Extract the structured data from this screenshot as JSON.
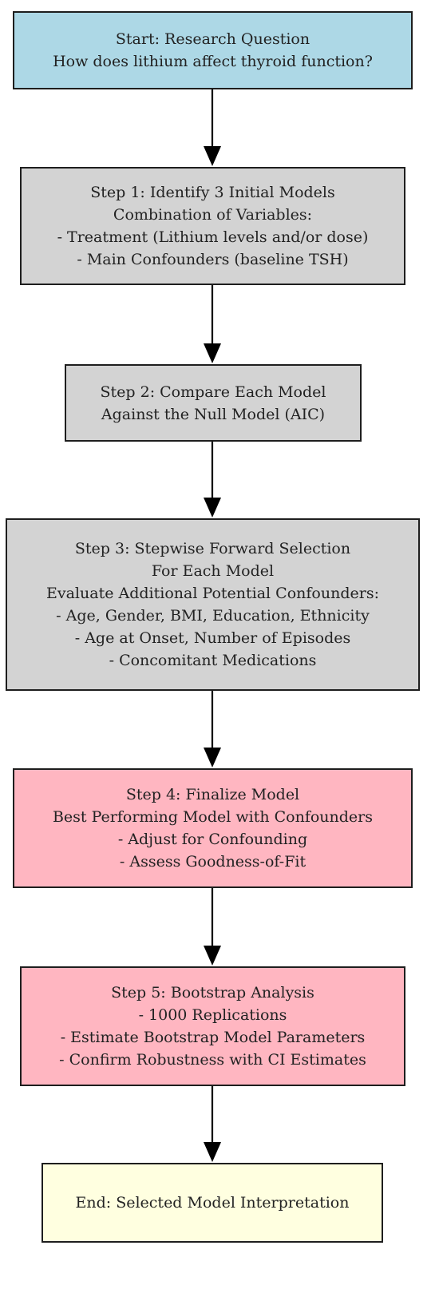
{
  "colors": {
    "start": "#add8e6",
    "process": "#d3d3d3",
    "finalize": "#ffb6c1",
    "end": "#ffffe0",
    "border": "#1e1e1e",
    "edge": "#000000"
  },
  "nodes": {
    "start": {
      "lines": [
        "Start: Research Question",
        "How does lithium affect thyroid function?"
      ]
    },
    "step1": {
      "lines": [
        "Step 1: Identify 3 Initial Models",
        "Combination of Variables:",
        "- Treatment (Lithium levels and/or dose)",
        "- Main Confounders (baseline TSH)"
      ]
    },
    "step2": {
      "lines": [
        "Step 2: Compare Each Model",
        "Against the Null Model (AIC)"
      ]
    },
    "step3": {
      "lines": [
        "Step 3: Stepwise Forward Selection",
        "For Each Model",
        "Evaluate Additional Potential Confounders:",
        "- Age, Gender, BMI, Education, Ethnicity",
        "- Age at Onset, Number of Episodes",
        "- Concomitant Medications"
      ]
    },
    "step4": {
      "lines": [
        "Step 4: Finalize Model",
        "Best Performing Model with Confounders",
        "- Adjust for Confounding",
        "- Assess Goodness-of-Fit"
      ]
    },
    "step5": {
      "lines": [
        "Step 5: Bootstrap Analysis",
        "- 1000 Replications",
        "- Estimate Bootstrap Model Parameters",
        "- Confirm Robustness with CI Estimates"
      ]
    },
    "end": {
      "lines": [
        "End: Selected Model Interpretation"
      ]
    }
  },
  "edges": [
    {
      "from": "start",
      "to": "step1"
    },
    {
      "from": "step1",
      "to": "step2"
    },
    {
      "from": "step2",
      "to": "step3"
    },
    {
      "from": "step3",
      "to": "step4"
    },
    {
      "from": "step4",
      "to": "step5"
    },
    {
      "from": "step5",
      "to": "end"
    }
  ]
}
